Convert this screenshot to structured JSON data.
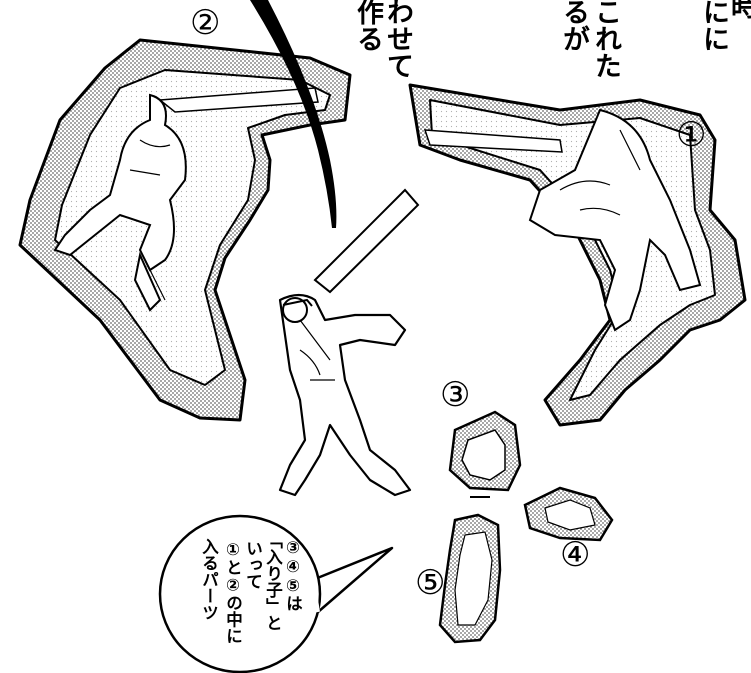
{
  "top_text": {
    "col1": "作る",
    "col2": "わせて",
    "col3": "るが",
    "col4": "これた",
    "col5": "にに",
    "col6": "時"
  },
  "part_numbers": {
    "n1": "①",
    "n2": "②",
    "n3": "③",
    "n4": "④",
    "n5": "⑤"
  },
  "speech_bubble": {
    "line1": "③④⑤は",
    "line2": "「入り子」と",
    "line3": "いって",
    "line4": "①と②の中に",
    "line5": "入るパーツ"
  }
}
